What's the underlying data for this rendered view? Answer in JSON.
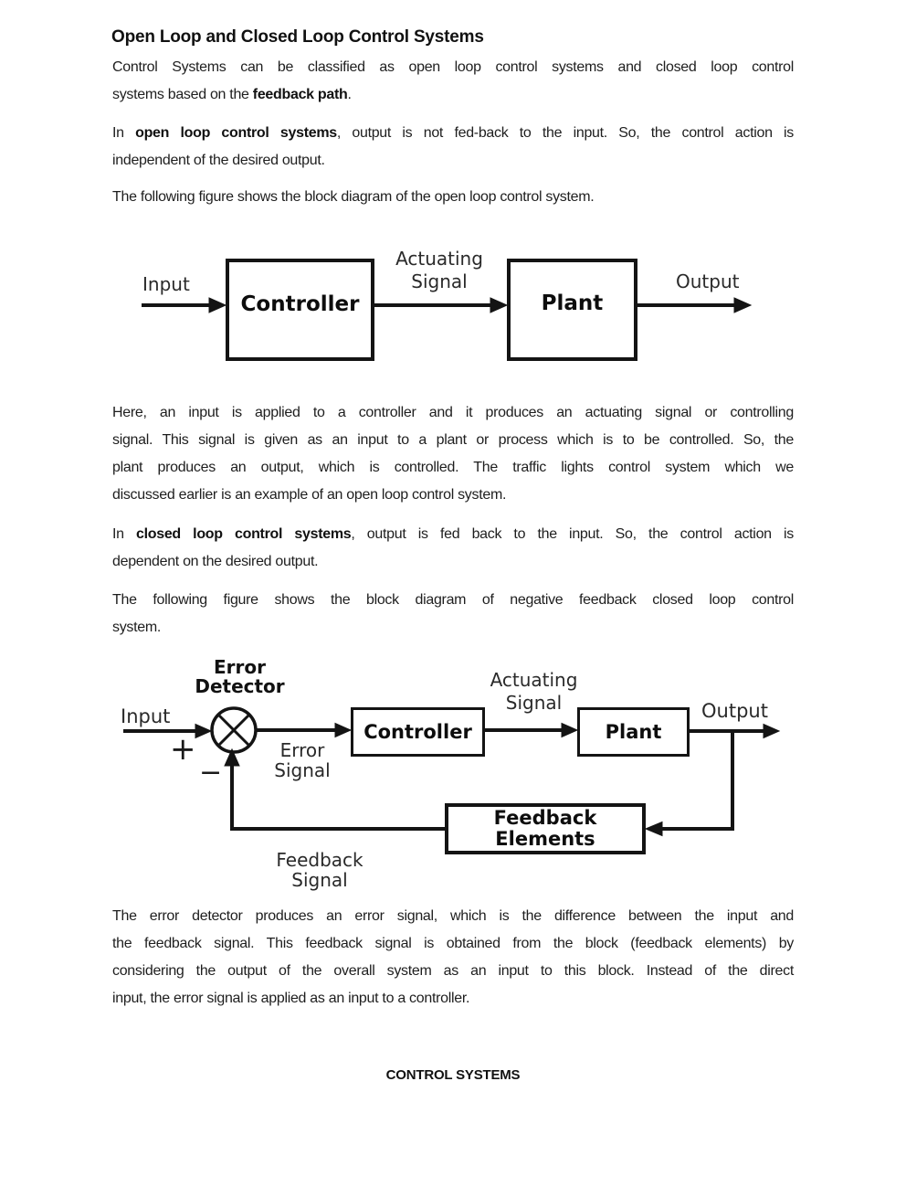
{
  "page": {
    "title": "Open Loop and Closed Loop Control Systems",
    "footer": "CONTROL SYSTEMS"
  },
  "colors": {
    "text": "#1e1e1e",
    "diagram_stroke": "#141414",
    "background": "#ffffff"
  },
  "paragraphs": {
    "p1": {
      "l1": "Control Systems can be classified as open loop control systems and closed loop control",
      "l2a": "systems based on the ",
      "l2b": "feedback path",
      "l2c": "."
    },
    "p2": {
      "l1a": "In ",
      "l1b": "open loop control systems",
      "l1c": ", output is not fed-back to the input. So, the control action is",
      "l2": "independent of the desired output."
    },
    "p3": {
      "l1": "The following figure shows the block diagram of the open loop control system."
    },
    "p4": {
      "l1": "Here, an input is applied to a controller and it produces an actuating signal or controlling",
      "l2": "signal. This signal is given as an input to a plant or process which is to be controlled. So, the",
      "l3": "plant produces an output, which is controlled. The traffic lights control system which we",
      "l4": "discussed earlier is an example of an open loop control system."
    },
    "p5": {
      "l1a": "In ",
      "l1b": "closed loop control systems",
      "l1c": ", output is fed back to the input. So, the control action is",
      "l2": "dependent on the desired output."
    },
    "p6": {
      "l1": "The following figure shows the block diagram of negative feedback closed loop control",
      "l2": "system."
    },
    "p7": {
      "l1": "The error detector produces an error signal, which is the difference between the input and",
      "l2": "the feedback signal. This feedback signal is obtained from the block (feedback elements) by",
      "l3": "considering the output of the overall system as an input to this block. Instead of the direct",
      "l4": "input, the error signal is applied as an input to a controller."
    }
  },
  "fig_open_loop": {
    "input_label": "Input",
    "controller_label": "Controller",
    "actuating_line1": "Actuating",
    "actuating_line2": "Signal",
    "plant_label": "Plant",
    "output_label": "Output"
  },
  "fig_closed_loop": {
    "error_detector_line1": "Error",
    "error_detector_line2": "Detector",
    "input_label": "Input",
    "plus_sign": "+",
    "minus_sign": "−",
    "error_signal_line1": "Error",
    "error_signal_line2": "Signal",
    "controller_label": "Controller",
    "actuating_line1": "Actuating",
    "actuating_line2": "Signal",
    "plant_label": "Plant",
    "output_label": "Output",
    "feedback_elements_line1": "Feedback",
    "feedback_elements_line2": "Elements",
    "feedback_signal_line1": "Feedback",
    "feedback_signal_line2": "Signal"
  }
}
